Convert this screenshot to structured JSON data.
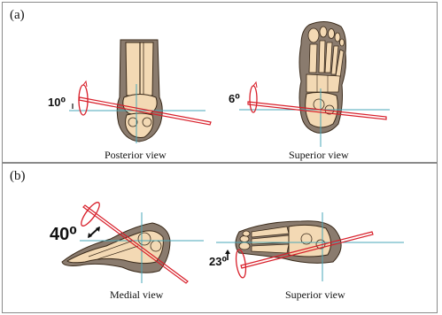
{
  "panels": {
    "a": {
      "label": "(a)",
      "views": [
        {
          "label": "Posterior view",
          "angle": "10⁰"
        },
        {
          "label": "Superior view",
          "angle": "6⁰"
        }
      ]
    },
    "b": {
      "label": "(b)",
      "views": [
        {
          "label": "Medial view",
          "angle": "40⁰"
        },
        {
          "label": "Superior view",
          "angle": "23⁰"
        }
      ]
    }
  },
  "colors": {
    "skin": "#8a7b6e",
    "bone": "#f3d9b4",
    "bone_outline": "#3a2a1a",
    "axis_line": "#d81f2a",
    "reference_line": "#49a7b8",
    "border": "#8a8a8a"
  }
}
